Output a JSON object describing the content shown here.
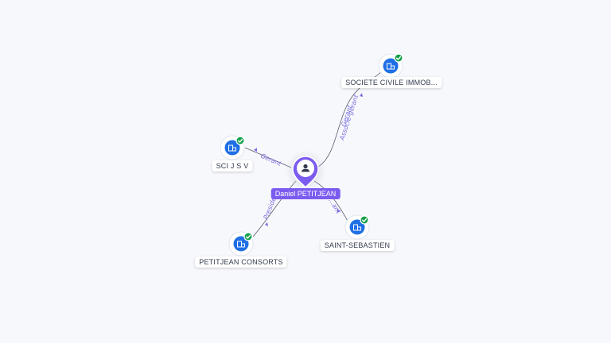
{
  "center": {
    "label": "Daniel PETITJEAN",
    "icon": "person-icon",
    "color": "#7c5cf0"
  },
  "companies": [
    {
      "label": "SOCIETE CIVILE IMMOB...",
      "icon": "building-icon",
      "status": "verified"
    },
    {
      "label": "SCI J S V",
      "icon": "building-icon",
      "status": "verified"
    },
    {
      "label": "SAINT-SEBASTIEN",
      "icon": "building-icon",
      "status": "verified"
    },
    {
      "label": "PETITJEAN CONSORTS",
      "icon": "building-icon",
      "status": "verified"
    }
  ],
  "relations": [
    {
      "label_1": "Gerant",
      "label_2": "Associe-gerant"
    },
    {
      "label_1": "Gerant"
    },
    {
      "label_1": "...ant"
    },
    {
      "label_1": "President"
    }
  ],
  "colors": {
    "node": "#1f6fe5",
    "badge": "#14a04a",
    "edge_label": "#7a6ee0"
  }
}
